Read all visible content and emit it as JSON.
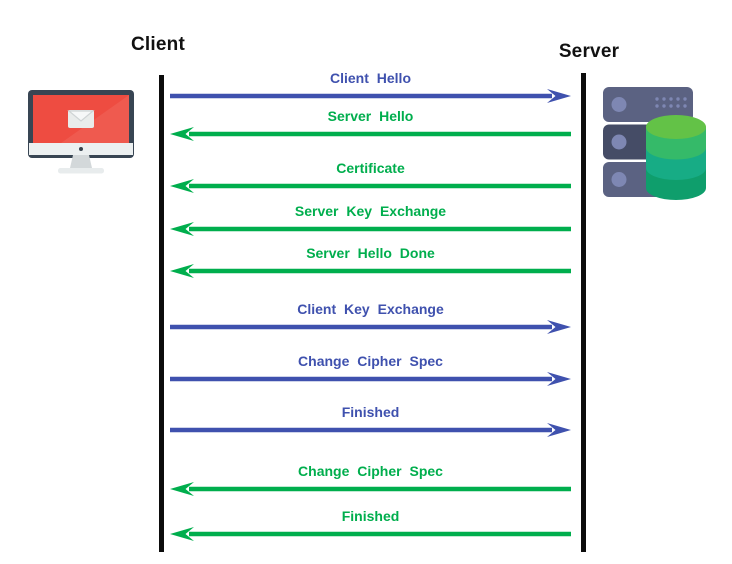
{
  "diagram": {
    "kind": "sequence-diagram",
    "actors": [
      {
        "name": "Client",
        "icon": "desktop-computer-icon",
        "side": "left"
      },
      {
        "name": "Server",
        "icon": "server-database-icon",
        "side": "right"
      }
    ],
    "messages": [
      {
        "label": "Client Hello",
        "from": "Client",
        "to": "Server",
        "direction": "right",
        "color": "#3f51ae"
      },
      {
        "label": "Server Hello",
        "from": "Server",
        "to": "Client",
        "direction": "left",
        "color": "#00ae4d"
      },
      {
        "label": "Certificate",
        "from": "Server",
        "to": "Client",
        "direction": "left",
        "color": "#00ae4d"
      },
      {
        "label": "Server Key Exchange",
        "from": "Server",
        "to": "Client",
        "direction": "left",
        "color": "#00ae4d"
      },
      {
        "label": "Server Hello Done",
        "from": "Server",
        "to": "Client",
        "direction": "left",
        "color": "#00ae4d"
      },
      {
        "label": "Client Key Exchange",
        "from": "Client",
        "to": "Server",
        "direction": "right",
        "color": "#3f51ae"
      },
      {
        "label": "Change Cipher Spec",
        "from": "Client",
        "to": "Server",
        "direction": "right",
        "color": "#3f51ae"
      },
      {
        "label": "Finished",
        "from": "Client",
        "to": "Server",
        "direction": "right",
        "color": "#3f51ae"
      },
      {
        "label": "Change Cipher Spec",
        "from": "Server",
        "to": "Client",
        "direction": "left",
        "color": "#00ae4d"
      },
      {
        "label": "Finished",
        "from": "Server",
        "to": "Client",
        "direction": "left",
        "color": "#00ae4d"
      }
    ],
    "colors": {
      "client_message_blue": "#3f51ae",
      "server_message_green": "#00ae4d",
      "lifeline_black": "#0c0c0c",
      "background": "#ffffff",
      "monitor_frame": "#384553",
      "monitor_screen_red": "#ee4c41",
      "server_unit_slate": "#5b6282",
      "server_unit_dark": "#454c66",
      "database_greens": [
        "#63c247",
        "#35ba69",
        "#17ac85",
        "#0f9e6c"
      ]
    }
  }
}
